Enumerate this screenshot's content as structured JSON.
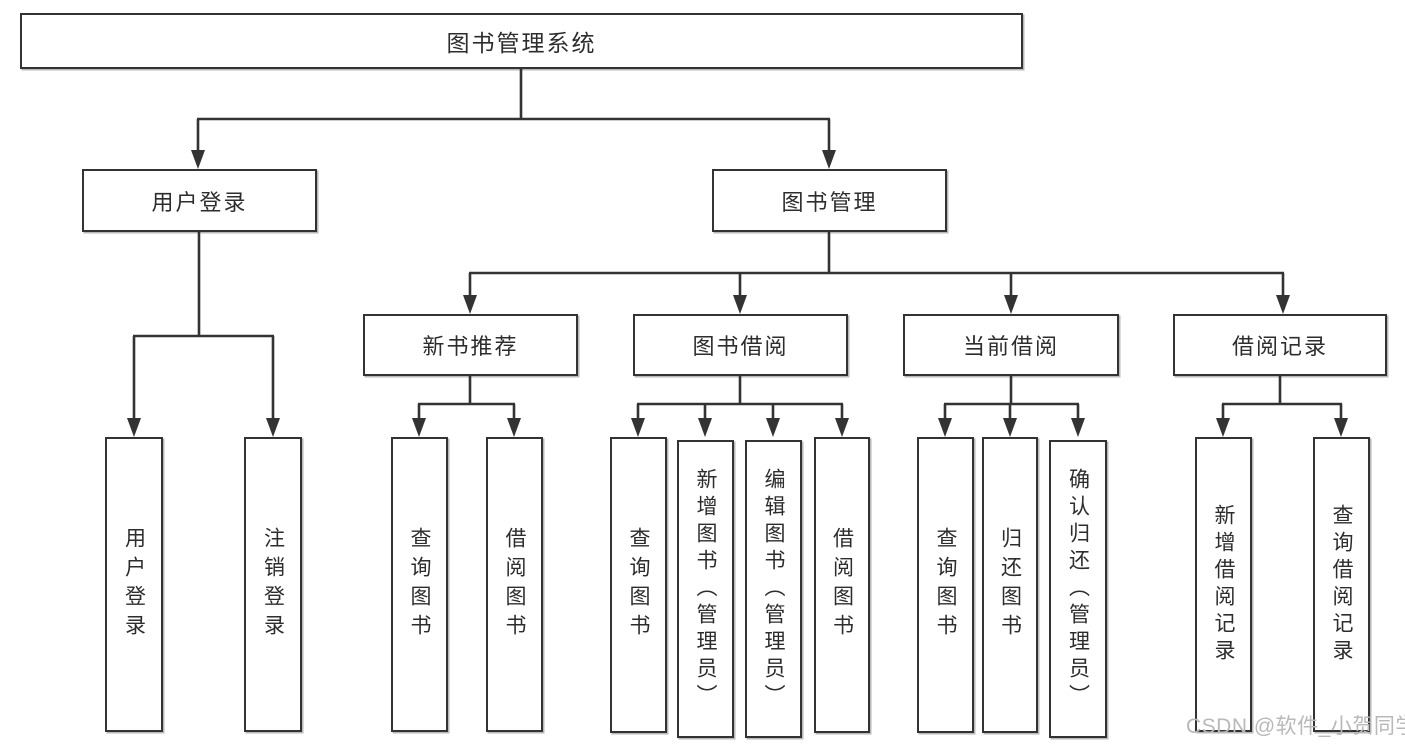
{
  "diagram": {
    "title": "图书管理系统",
    "type": "functional-structure-tree",
    "colors": {
      "line": "#333333",
      "box_border": "#333333",
      "box_background": "#ffffff",
      "text": "#2d2d2d",
      "watermark_text_color": "#b9b9b9"
    },
    "nodes": {
      "root": {
        "label": "图书管理系统"
      },
      "user_login": {
        "label": "用户登录"
      },
      "book_mgmt": {
        "label": "图书管理"
      },
      "new_book_rec": {
        "label": "新书推荐"
      },
      "book_borrow": {
        "label": "图书借阅"
      },
      "current_borrow": {
        "label": "当前借阅"
      },
      "borrow_record": {
        "label": "借阅记录"
      },
      "leaf_user_login": {
        "label": "用户登录"
      },
      "leaf_logout": {
        "label": "注销登录"
      },
      "leaf_rec_query": {
        "label": "查询图书"
      },
      "leaf_rec_borrow": {
        "label": "借阅图书"
      },
      "leaf_bb_query": {
        "label": "查询图书"
      },
      "leaf_bb_add": {
        "label": "新增图书（管理员）"
      },
      "leaf_bb_edit": {
        "label": "编辑图书（管理员）"
      },
      "leaf_bb_borrow": {
        "label": "借阅图书"
      },
      "leaf_cb_query": {
        "label": "查询图书"
      },
      "leaf_cb_return": {
        "label": "归还图书"
      },
      "leaf_cb_confirm": {
        "label": "确认归还（管理员）"
      },
      "leaf_br_add": {
        "label": "新增借阅记录"
      },
      "leaf_br_query": {
        "label": "查询借阅记录"
      }
    },
    "hierarchy": {
      "图书管理系统": {
        "用户登录": [
          "用户登录",
          "注销登录"
        ],
        "图书管理": {
          "新书推荐": [
            "查询图书",
            "借阅图书"
          ],
          "图书借阅": [
            "查询图书",
            "新增图书（管理员）",
            "编辑图书（管理员）",
            "借阅图书"
          ],
          "当前借阅": [
            "查询图书",
            "归还图书",
            "确认归还（管理员）"
          ],
          "借阅记录": [
            "新增借阅记录",
            "查询借阅记录"
          ]
        }
      }
    }
  },
  "watermark": {
    "text": "CSDN @软件_小贺同学"
  }
}
